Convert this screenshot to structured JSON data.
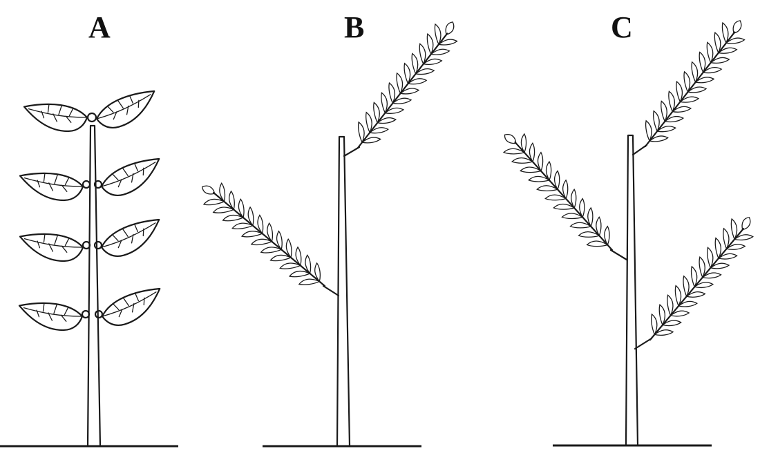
{
  "panels": [
    {
      "id": "A",
      "label": "A"
    },
    {
      "id": "B",
      "label": "B"
    },
    {
      "id": "C",
      "label": "C"
    }
  ],
  "colors": {
    "ink": "#1a1a1a",
    "background": "#ffffff"
  }
}
